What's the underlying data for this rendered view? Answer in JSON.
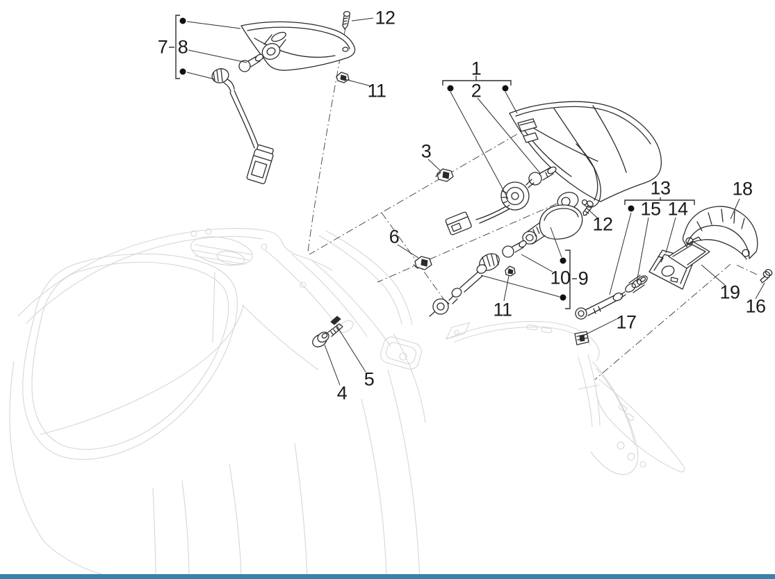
{
  "diagram": {
    "type": "exploded-parts-diagram",
    "subject": "scooter rear lights / turn signal lamps assembly",
    "background_color": "#ffffff",
    "part_line_color": "#2b2b2b",
    "body_line_color": "#d6d6d6",
    "centerline_color": "#4d4d4d",
    "callout_color": "#1a1a1a",
    "bottom_bar_color": "#3b80ad"
  },
  "callouts": [
    {
      "label": "1"
    },
    {
      "label": "2"
    },
    {
      "label": "3"
    },
    {
      "label": "4"
    },
    {
      "label": "5"
    },
    {
      "label": "6"
    },
    {
      "label": "7"
    },
    {
      "label": "8"
    },
    {
      "label": "9"
    },
    {
      "label": "10"
    },
    {
      "label": "11"
    },
    {
      "label": "11"
    },
    {
      "label": "12"
    },
    {
      "label": "12"
    },
    {
      "label": "13"
    },
    {
      "label": "14"
    },
    {
      "label": "15"
    },
    {
      "label": "16"
    },
    {
      "label": "17"
    },
    {
      "label": "18"
    },
    {
      "label": "19"
    }
  ]
}
